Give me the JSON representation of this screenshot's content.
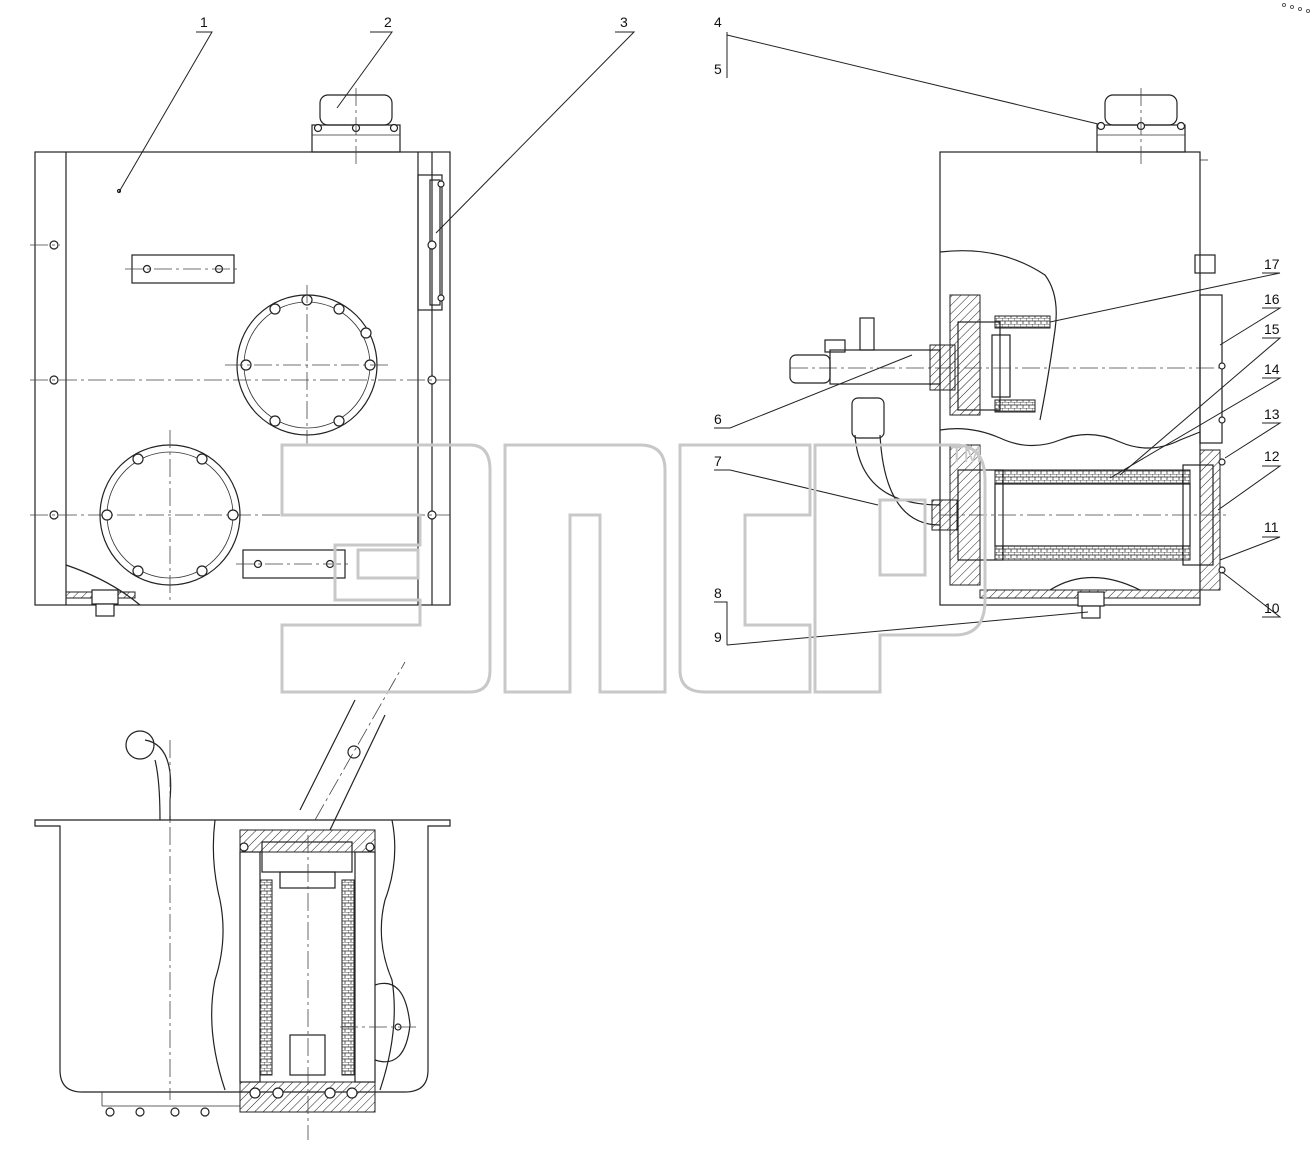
{
  "callouts": [
    "1",
    "2",
    "3",
    "4",
    "5",
    "6",
    "7",
    "8",
    "9",
    "10",
    "11",
    "12",
    "13",
    "14",
    "15",
    "16",
    "17"
  ],
  "watermark": {
    "trademark": "TM"
  },
  "colors": {
    "line": "#222222",
    "background": "#ffffff",
    "watermark": "#c8c8c8"
  }
}
